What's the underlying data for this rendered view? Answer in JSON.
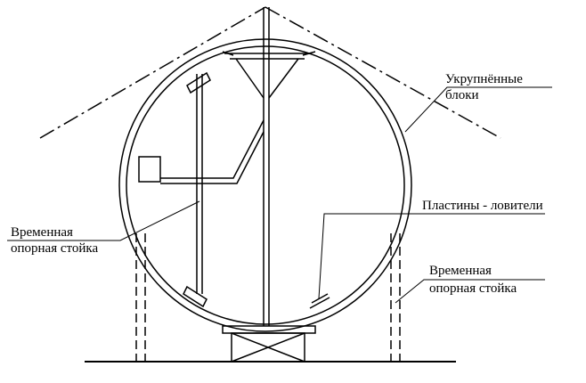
{
  "diagram": {
    "labels": {
      "enlarged_blocks_line1": "Укрупнённые",
      "enlarged_blocks_line2": "блоки",
      "catcher_plates": "Пластины - ловители",
      "temp_support_left_line1": "Временная",
      "temp_support_left_line2": "опорная стойка",
      "temp_support_right_line1": "Временная",
      "temp_support_right_line2": "опорная стойка"
    },
    "colors": {
      "stroke": "#000000",
      "background": "#ffffff"
    }
  }
}
